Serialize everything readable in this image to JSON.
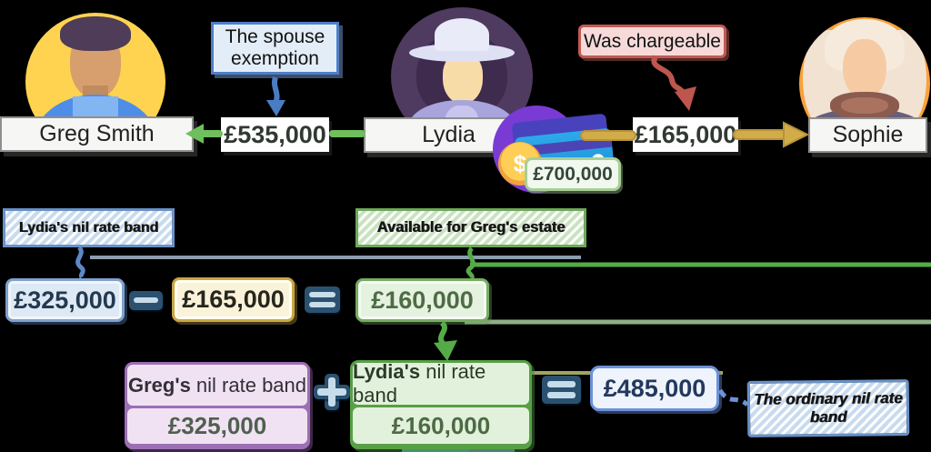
{
  "top_row": {
    "greg_name": "Greg Smith",
    "lydia_name": "Lydia",
    "sophie_name": "Sophie",
    "spouse_exemption_callout": "The spouse exemption",
    "was_chargeable_callout": "Was chargeable",
    "amount_to_greg": "£535,000",
    "amount_to_sophie": "£165,000",
    "lydia_estate_value": "£700,000",
    "coin_symbol": "$"
  },
  "middle_row": {
    "lydia_nrb_label": "Lydia's nil rate band",
    "available_label": "Available for Greg's estate",
    "minuend": "£325,000",
    "subtrahend": "£165,000",
    "result": "£160,000",
    "operators": {
      "minus": "−",
      "equals": "="
    }
  },
  "bottom_row": {
    "greg_box": {
      "title_bold": "Greg's",
      "title_rest": " nil rate band",
      "value": "£325,000"
    },
    "lydia_box": {
      "title_bold": "Lydia's",
      "title_rest": " nil rate band",
      "value": "£160,000"
    },
    "operators": {
      "plus": "+",
      "equals": "="
    },
    "total": "£485,000",
    "ordinary_label": "The ordinary nil rate band"
  },
  "colors": {
    "background": "#000000",
    "arrow_green": "#6FBF5C",
    "arrow_gold": "#D2AC48",
    "arrow_blue": "#4A7CC4",
    "arrow_red": "#BC564E",
    "line_gray": "#8C9DAD",
    "line_green": "#55AB47",
    "line_sage": "#8FAF89",
    "line_olive": "#9FA464",
    "chip_blue_border": "#7FA1CC",
    "chip_yellow_border": "#C9A644",
    "chip_green_border": "#77AC61",
    "box_purple_border": "#9C6FB5",
    "box_green_border": "#57A046",
    "total_blue_border": "#6C92D8",
    "operator_navy": "#2B5170",
    "money_purple": "#7A3BD4",
    "coin_gold": "#F0A339"
  }
}
